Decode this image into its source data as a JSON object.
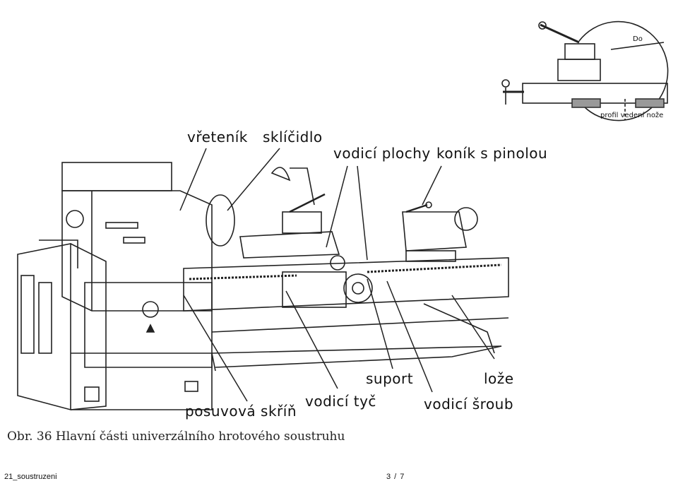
{
  "inset": {
    "diameter_label": "Do",
    "profile_label": "profil vedení nože"
  },
  "labels": {
    "vreteník": "vřeteník",
    "sklicidlo": "sklíčidlo",
    "vodici_plochy": "vodicí plochy",
    "konik": "koník s pinolou",
    "suport": "suport",
    "loze": "lože",
    "posuvova_skrin": "posuvová skříň",
    "vodici_tyc": "vodicí tyč",
    "vodici_sroub": "vodicí šroub"
  },
  "caption": "Obr. 36 Hlavní části univerzálního hrotového soustruhu",
  "footer": {
    "doc_name": "21_soustruzeni",
    "page": "3 / 7"
  }
}
